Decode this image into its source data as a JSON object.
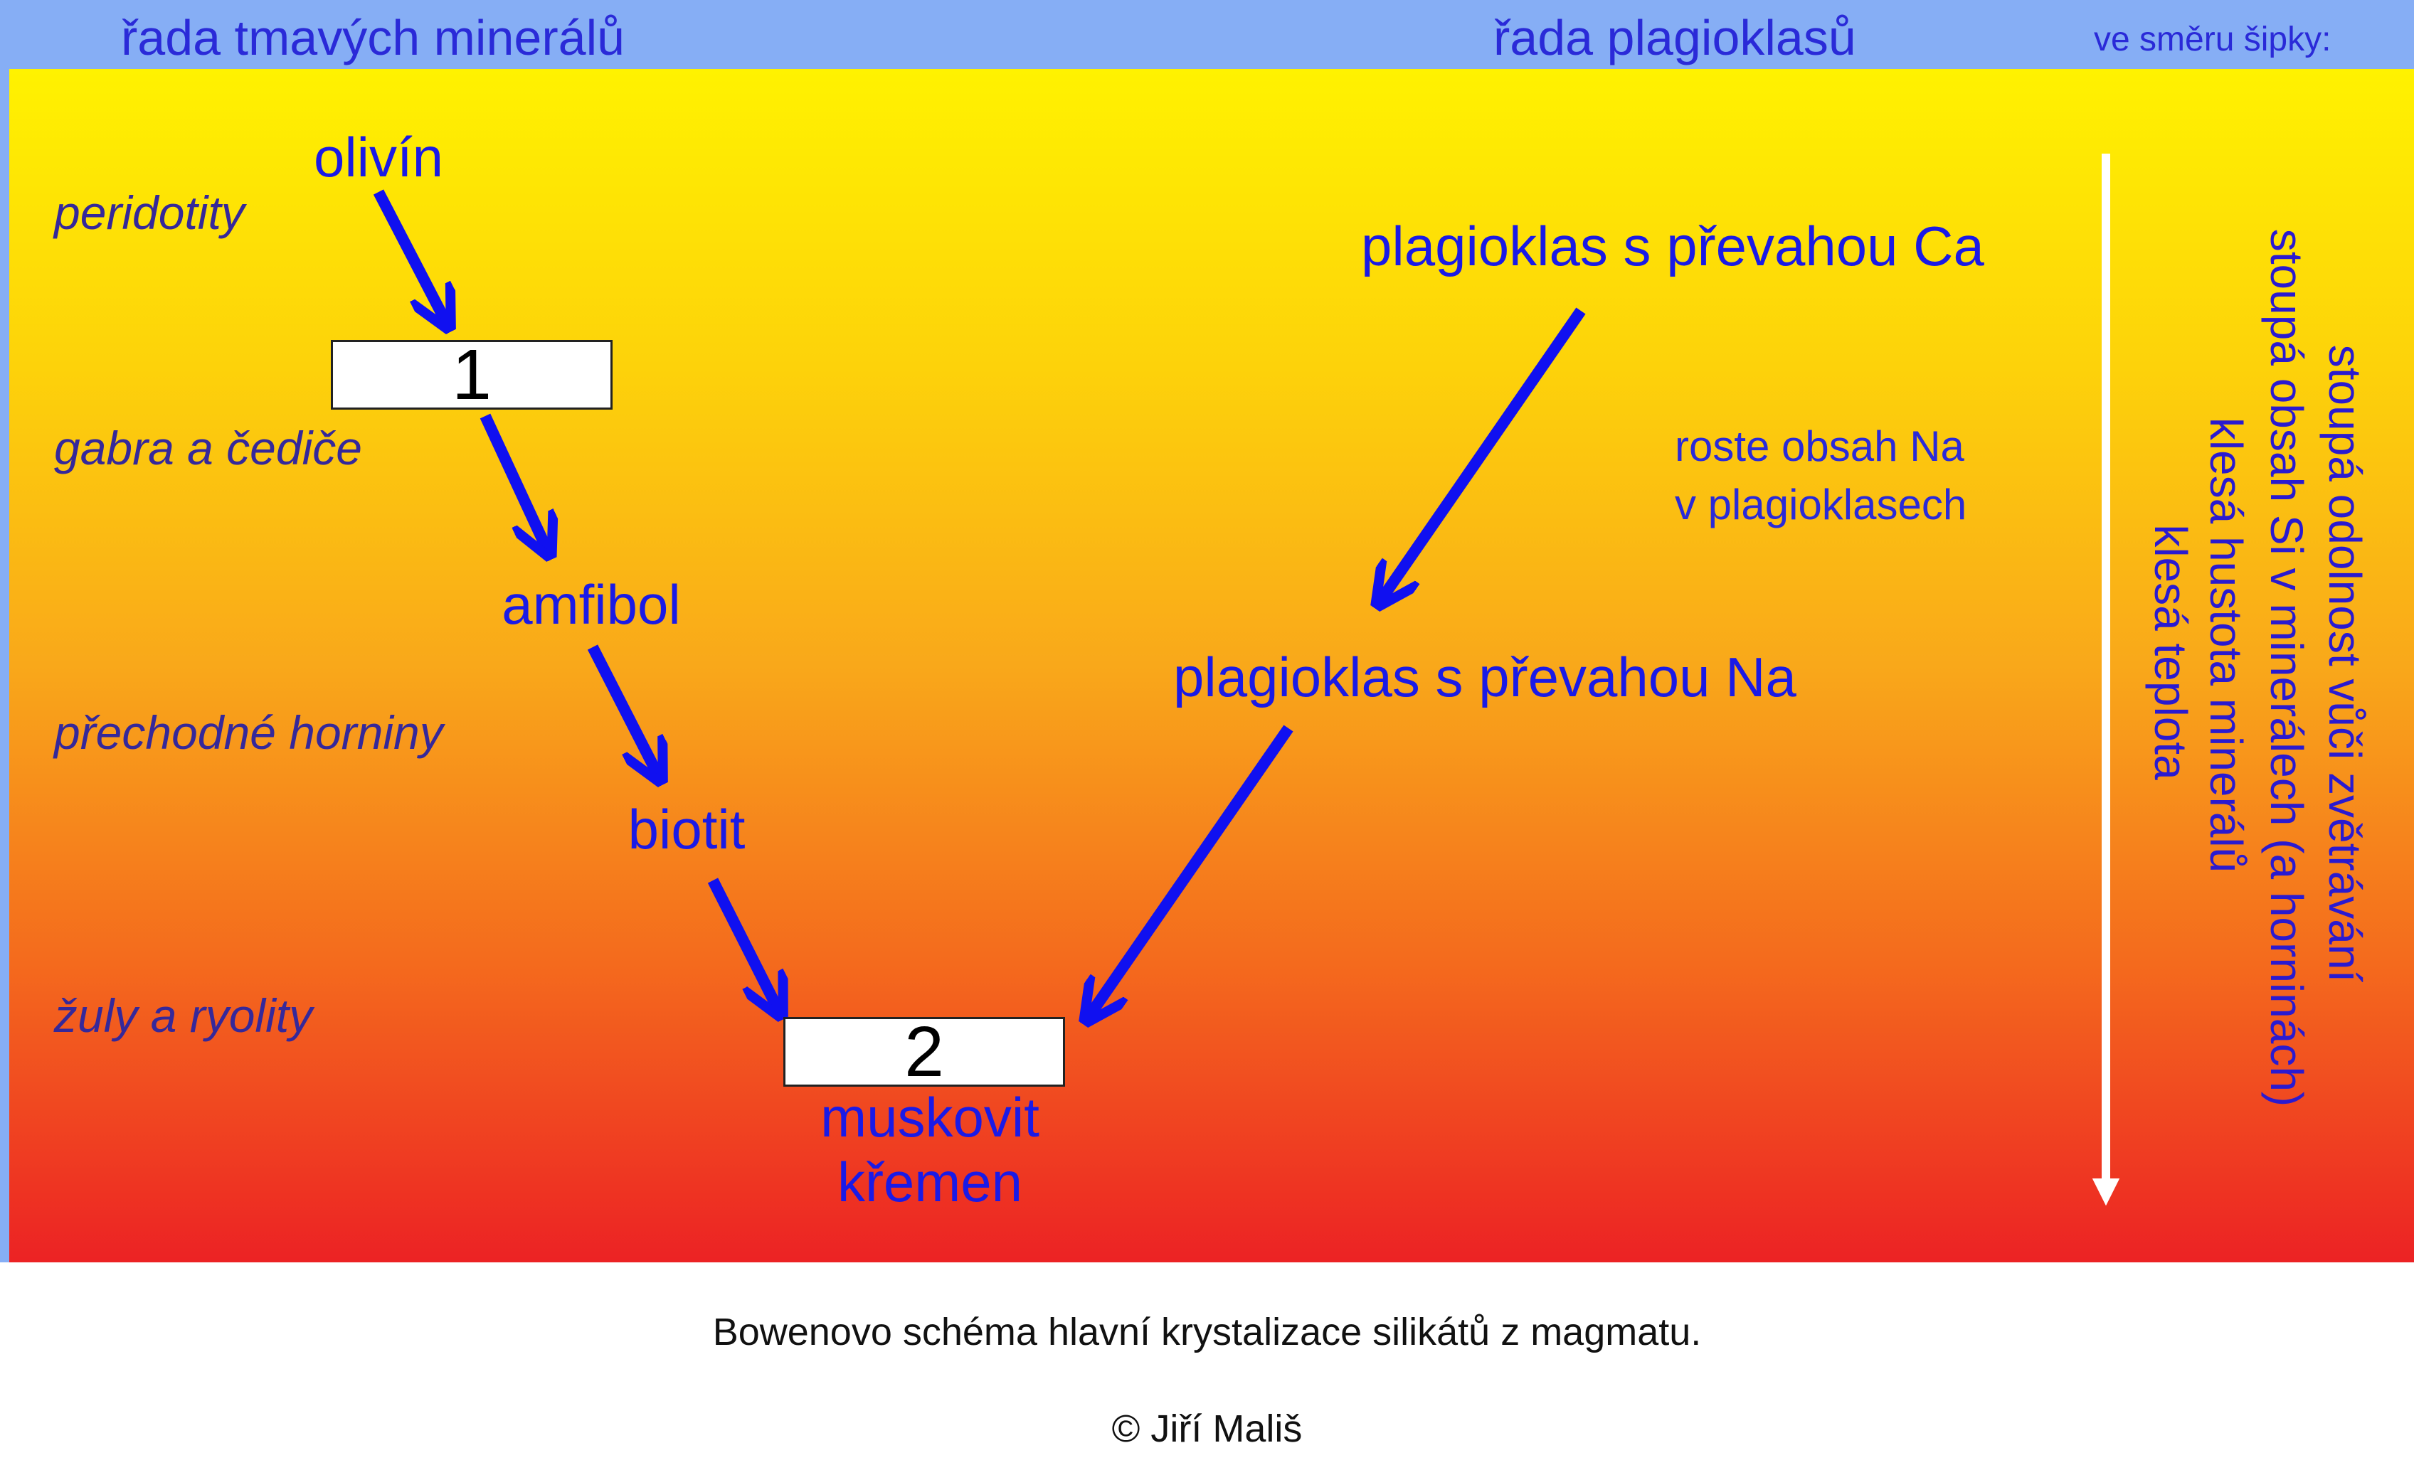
{
  "headers": {
    "dark_series": "řada tmavých minerálů",
    "plagioclase_series": "řada plagioklasů",
    "arrow_direction": "ve směru šipky:"
  },
  "dark_minerals": [
    "olivín",
    "amfibol",
    "biotit"
  ],
  "end_minerals": [
    "muskovit",
    "křemen"
  ],
  "rocks": [
    "peridotity",
    "gabra a čediče",
    "přechodné horniny",
    "žuly a ryolity"
  ],
  "blanks": [
    "1",
    "2"
  ],
  "plagioclase": {
    "ca": "plagioklas s převahou Ca",
    "na": "plagioklas s převahou Na",
    "note_line1": "roste obsah Na",
    "note_line2": "v plagioklasech"
  },
  "trends": [
    "stoupá odolnost vůči zvětrávání",
    "stoupá obsah Si v minerálech (a horninách)",
    "klesá hustota minerálů",
    "klesá teplota"
  ],
  "caption": "Bowenovo schéma hlavní krystalizace silikátů z magmatu.",
  "copyright": "© Jiří Mališ",
  "colors": {
    "arrow": "#1010f0",
    "band": "#86aef5",
    "top": "#fff200",
    "bottom": "#ec2224"
  }
}
